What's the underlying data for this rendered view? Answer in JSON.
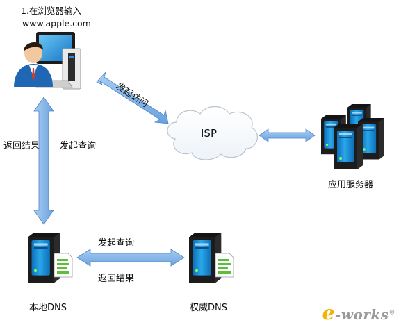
{
  "client": {
    "step_line1": "1.在浏览器输入",
    "step_line2": "www.apple.com"
  },
  "edges": {
    "client_isp_label": "发起访问",
    "left_return_label": "返回结果",
    "left_query_label": "发起查询",
    "bottom_query_label": "发起查询",
    "bottom_return_label": "返回结果"
  },
  "nodes": {
    "isp_label": "ISP",
    "app_servers_label": "应用服务器",
    "local_dns_label": "本地DNS",
    "auth_dns_label": "权威DNS"
  },
  "watermark": {
    "brand": "e-works"
  },
  "colors": {
    "arrow": "#7aaee6",
    "arrow_stroke": "#4d86c8",
    "server_blue": "#1e9be0",
    "server_dark": "#1a1a1a",
    "doc_green": "#5bbf3a"
  }
}
